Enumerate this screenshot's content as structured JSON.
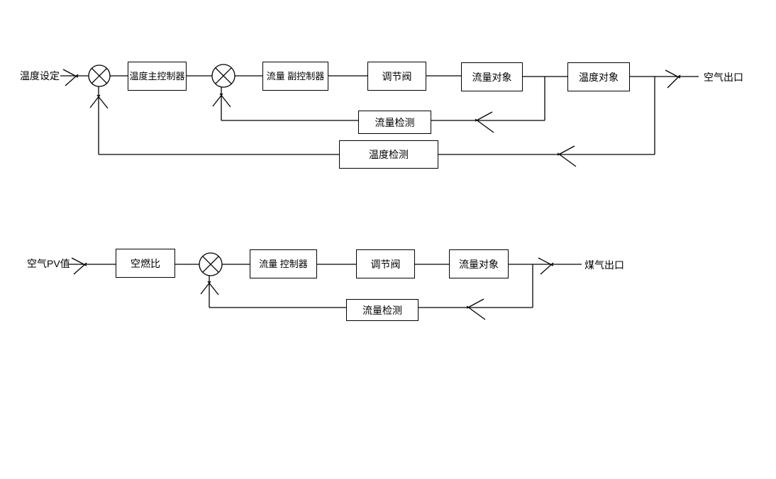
{
  "colors": {
    "line": "#000000",
    "background": "#ffffff",
    "text": "#000000"
  },
  "top_loop": {
    "input_label": "温度设定",
    "output_label": "空气出口",
    "blocks": {
      "temp_main_controller": "温度主控制器",
      "flow_sub_controller": "流量 副控制器",
      "valve": "调节阀",
      "flow_object": "流量对象",
      "temp_object": "温度对象"
    },
    "feedback": {
      "flow_detect": "流量检测",
      "temp_detect": "温度检测"
    },
    "summing_junctions": [
      "temp-summing-junction",
      "flow-summing-junction"
    ]
  },
  "bottom_loop": {
    "input_label": "空气PV值",
    "output_label": "煤气出口",
    "blocks": {
      "air_fuel_ratio": "空燃比",
      "flow_controller": "流量 控制器",
      "valve": "调节阀",
      "flow_object": "流量对象"
    },
    "feedback": {
      "flow_detect": "流量检测"
    },
    "summing_junctions": [
      "flow-summing-junction"
    ]
  }
}
